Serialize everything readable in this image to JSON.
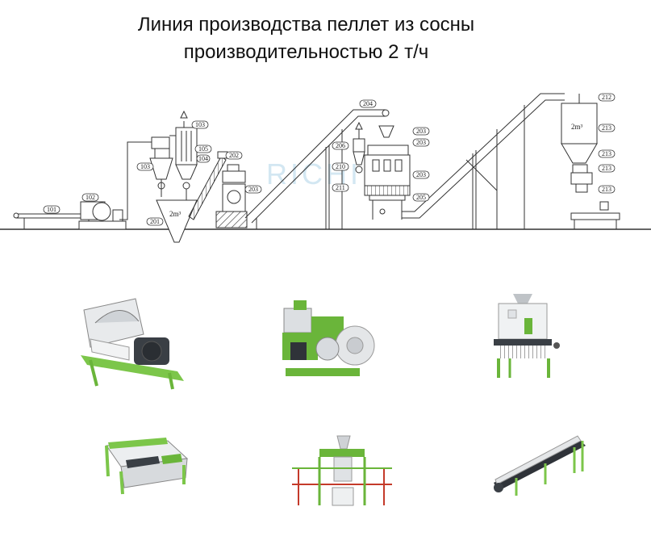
{
  "title": {
    "line1": "Линия производства пеллет из сосны",
    "line2": "производительностью 2 т/ч"
  },
  "watermark": "RICHI",
  "labels": {
    "l101": "101",
    "l102": "102",
    "l103a": "103",
    "l103b": "103",
    "l104": "104",
    "l105": "105",
    "l201": "201",
    "l202": "202",
    "l203a": "203",
    "l203b": "203",
    "l203c": "203",
    "l203d": "203",
    "l204": "204",
    "l205": "205",
    "l206": "206",
    "l210": "210",
    "l211": "211",
    "l212": "212",
    "l213a": "213",
    "l213b": "213",
    "l213c": "213",
    "l213d": "213"
  },
  "bin_labels": {
    "hopper": "2m³",
    "silo": "2m³"
  },
  "colors": {
    "accent_green": "#6ec23a",
    "line": "#333333",
    "machine_grey": "#9aa0a6"
  },
  "machines": [
    {
      "name": "wood-chipper"
    },
    {
      "name": "pellet-mill"
    },
    {
      "name": "counterflow-cooler"
    },
    {
      "name": "vibrating-screen"
    },
    {
      "name": "packing-system"
    },
    {
      "name": "belt-conveyor"
    }
  ]
}
